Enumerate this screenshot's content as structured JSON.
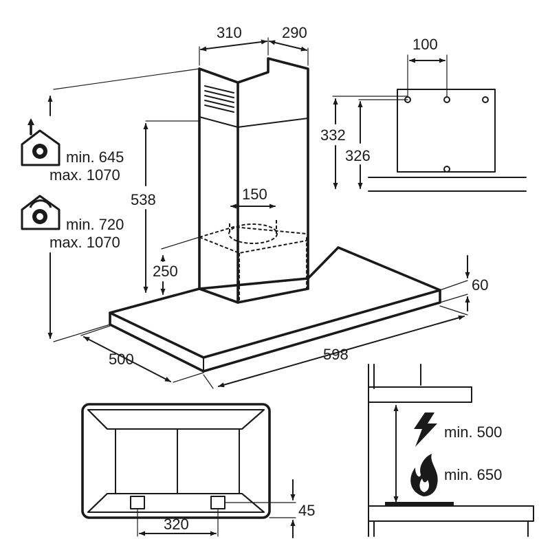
{
  "dimensions": {
    "chimney_width": "310",
    "chimney_depth": "290",
    "bracket_spacing": "100",
    "bracket_height_a": "332",
    "bracket_height_b": "326",
    "height_range_extraction": {
      "min": "min. 645",
      "max": "max. 1070"
    },
    "height_range_recirculation": {
      "min": "min. 720",
      "max": "max. 1070"
    },
    "chimney_height": "538",
    "outlet_diameter": "150",
    "motor_box_height": "250",
    "hood_thickness": "60",
    "hood_depth": "500",
    "hood_width": "598",
    "filter_spacing": "320",
    "filter_offset": "45"
  },
  "clearances": {
    "electric": "min. 500",
    "gas": "min. 650"
  },
  "icons": {
    "extraction": "extraction-mode-icon",
    "recirculation": "recirculation-mode-icon",
    "electric": "lightning-icon",
    "gas": "flame-icon"
  }
}
